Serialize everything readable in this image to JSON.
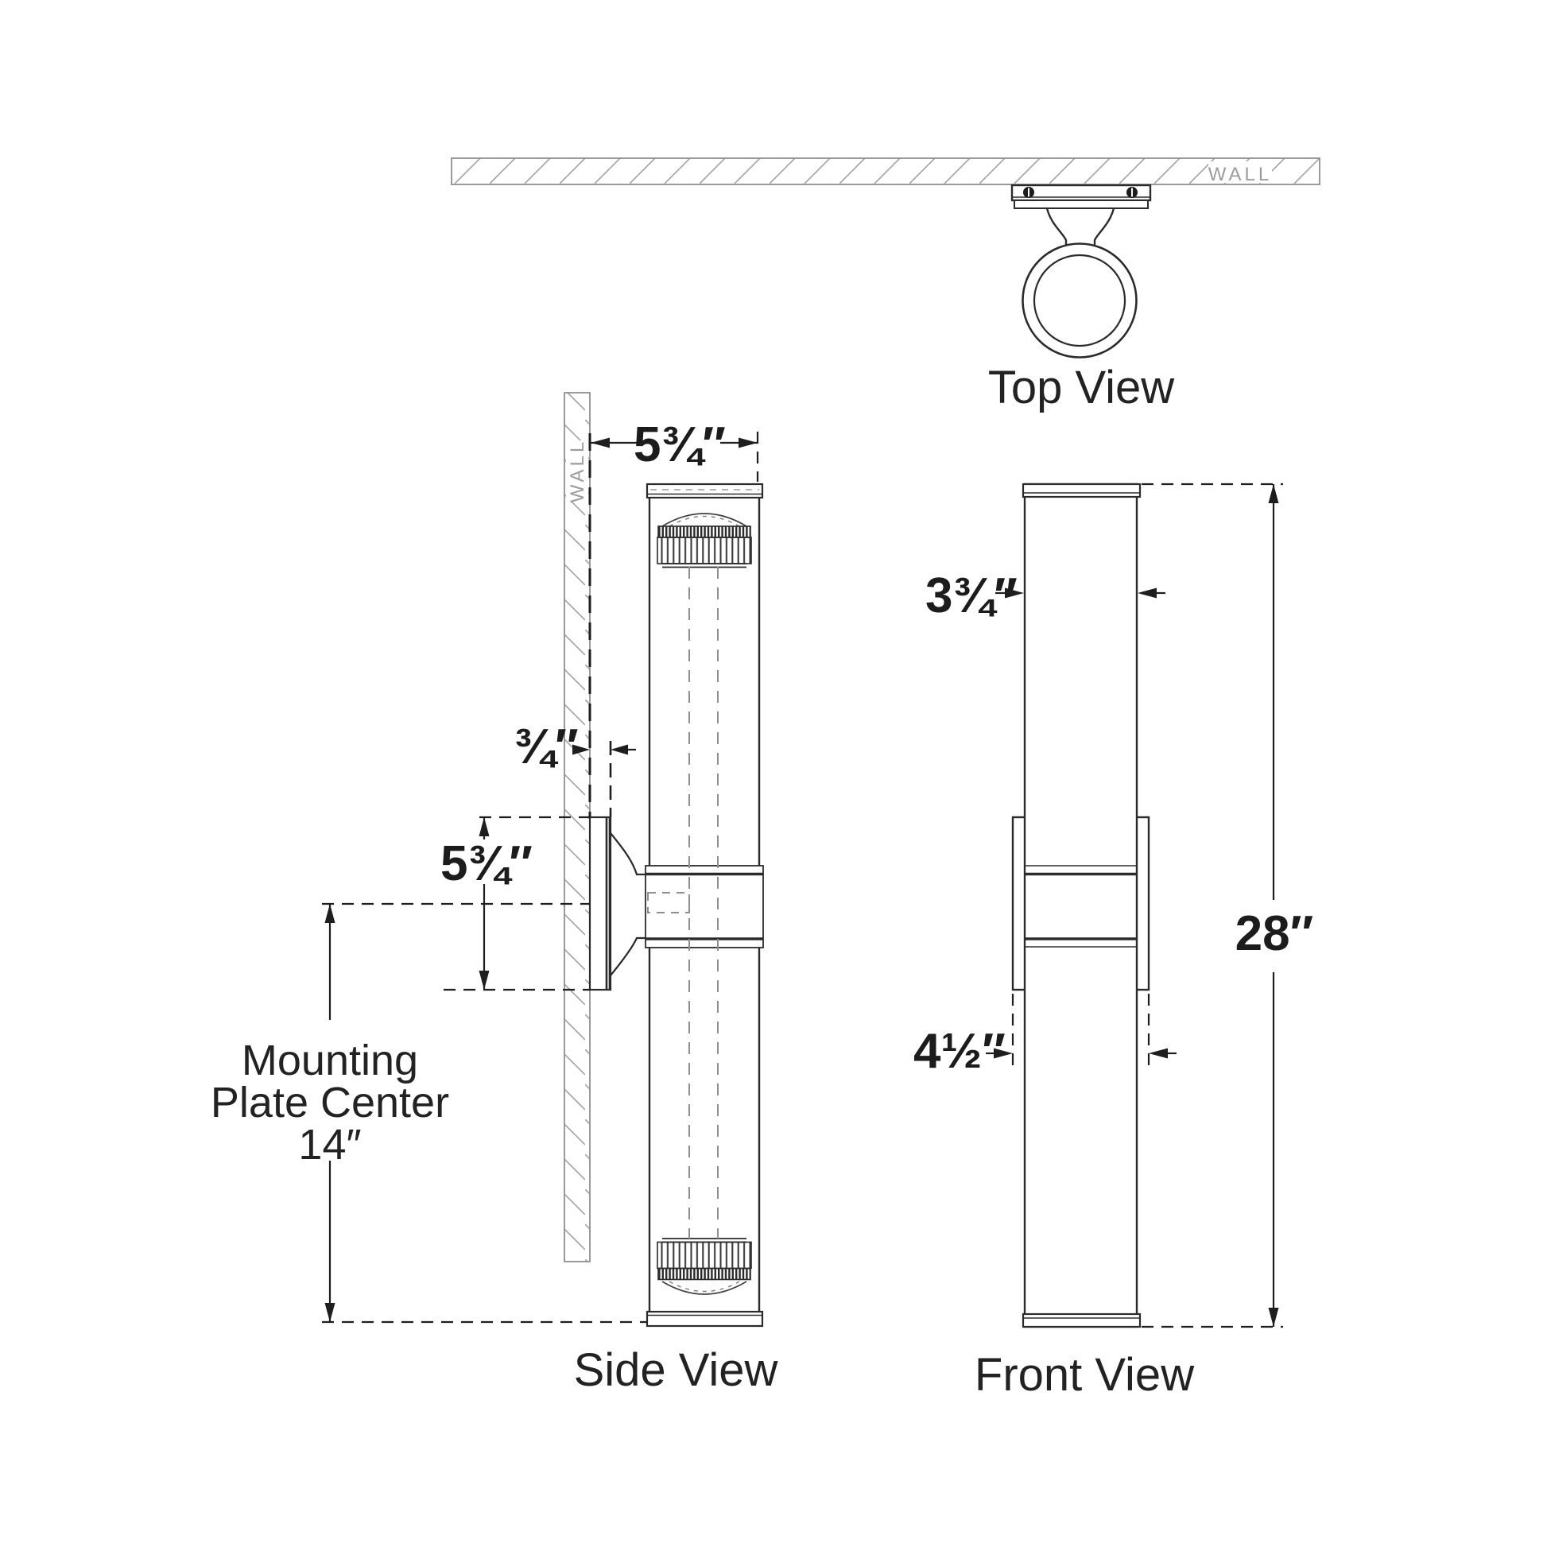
{
  "page": {
    "background": "#ffffff",
    "line_color": "#2b2b2b",
    "hatch_color": "#a8a8a8",
    "dashed_detail_color": "#8f8f8f",
    "wall_text_color": "#9c9c9c"
  },
  "top_view": {
    "label": "Top View",
    "wall_label": "WALL"
  },
  "side_view": {
    "label": "Side View",
    "wall_label": "WALL",
    "dim_depth": "5¾″",
    "dim_wall_offset": "¾″",
    "dim_plate_height": "5¾″",
    "mounting_note": {
      "line1": "Mounting",
      "line2": "Plate Center",
      "line3": "14″"
    }
  },
  "front_view": {
    "label": "Front View",
    "dim_width": "3¾″",
    "dim_backplate": "4½″",
    "dim_height": "28″"
  }
}
